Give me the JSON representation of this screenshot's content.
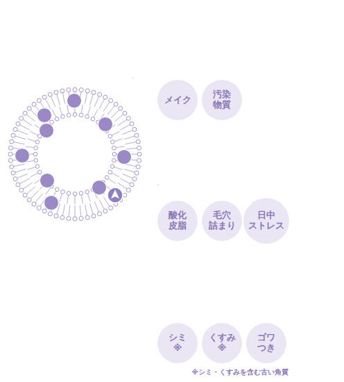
{
  "diagram": {
    "nodes": [
      {
        "text": [
          "メイク"
        ]
      },
      {
        "text": [
          "汚染 物質"
        ]
      },
      {
        "text": [
          "酸化 皮脂"
        ]
      },
      {
        "text": [
          "毛穴 詰まり"
        ]
      },
      {
        "text": [
          "日中 ストレス"
        ]
      },
      {
        "text": [
          "シミ※"
        ]
      },
      {
        "text": [
          "くすみ※"
        ]
      },
      {
        "text": [
          "ゴワ つき"
        ]
      }
    ],
    "labels": [
      "※シミ・くすみを含む古い角質"
    ]
  }
}
